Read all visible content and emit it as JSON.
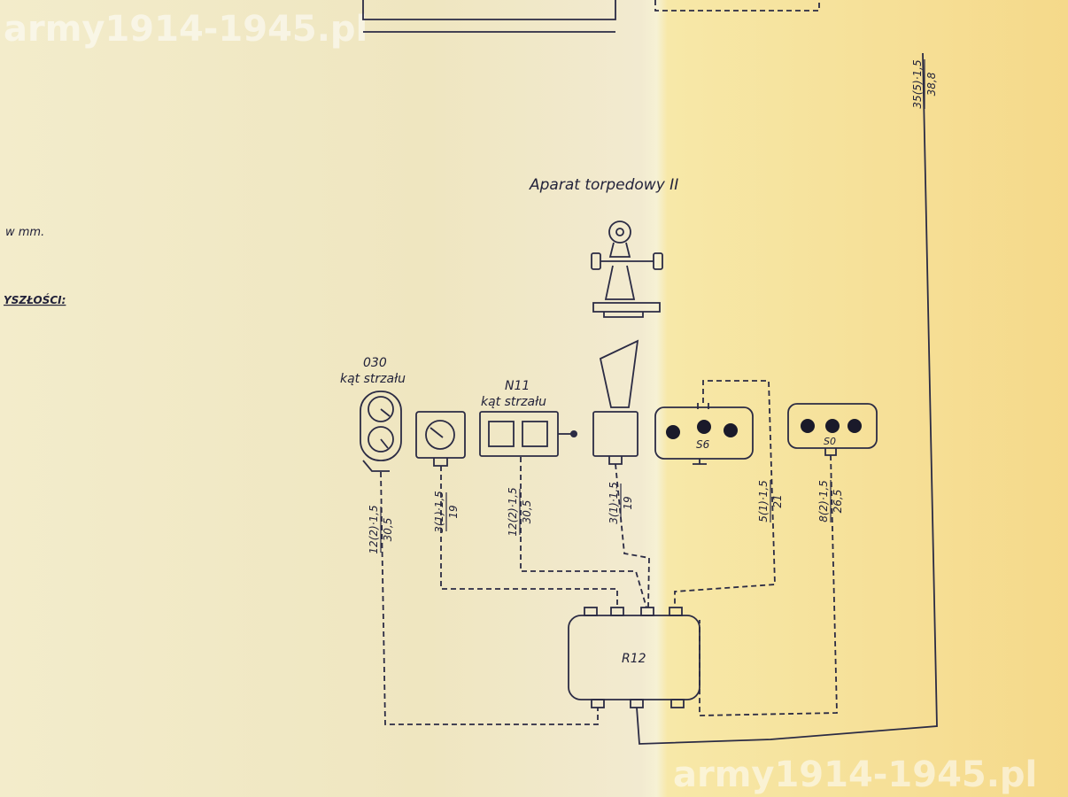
{
  "watermark": "army1914-1945.pl",
  "left_text": {
    "units": "w mm.",
    "fragment": "YSZŁOŚCI:"
  },
  "title": "Aparat torpedowy II",
  "devices": {
    "o30": {
      "id": "030",
      "caption": "kąt strzału"
    },
    "n11": {
      "id": "N11",
      "caption": "kąt strzału"
    },
    "s6": {
      "id": "S6"
    },
    "s0": {
      "id": "S0"
    },
    "r12": {
      "id": "R12"
    }
  },
  "cables": [
    {
      "spec": "12(2)·1,5",
      "length": "30,5"
    },
    {
      "spec": "3(1)·1,5",
      "length": "19"
    },
    {
      "spec": "12(2)·1,5",
      "length": "30,5"
    },
    {
      "spec": "3(1)·1,5",
      "length": "19"
    },
    {
      "spec": "5(1)·1,5",
      "length": "21"
    },
    {
      "spec": "8(2)·1,5",
      "length": "26,5"
    },
    {
      "spec": "35(5)·1,5",
      "length": "38,8"
    }
  ]
}
